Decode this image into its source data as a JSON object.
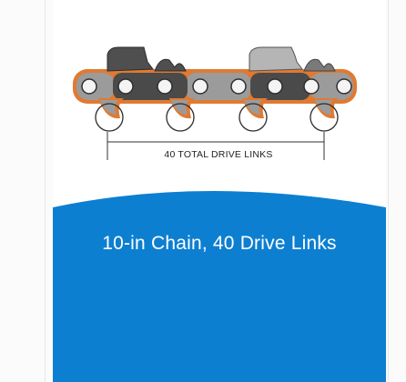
{
  "diagram": {
    "measurement_label": "40 TOTAL DRIVE LINKS"
  },
  "banner": {
    "caption": "10-in Chain, 40 Drive Links"
  },
  "colors": {
    "chain_outline": "#e07a32",
    "link_plate": "#9b9b9b",
    "link_dark": "#4a4a4a",
    "cutter_light": "#b5b5b5",
    "banner_blue": "#0d7fd1"
  },
  "icons": {
    "chain": "saw-chain-illustration"
  }
}
